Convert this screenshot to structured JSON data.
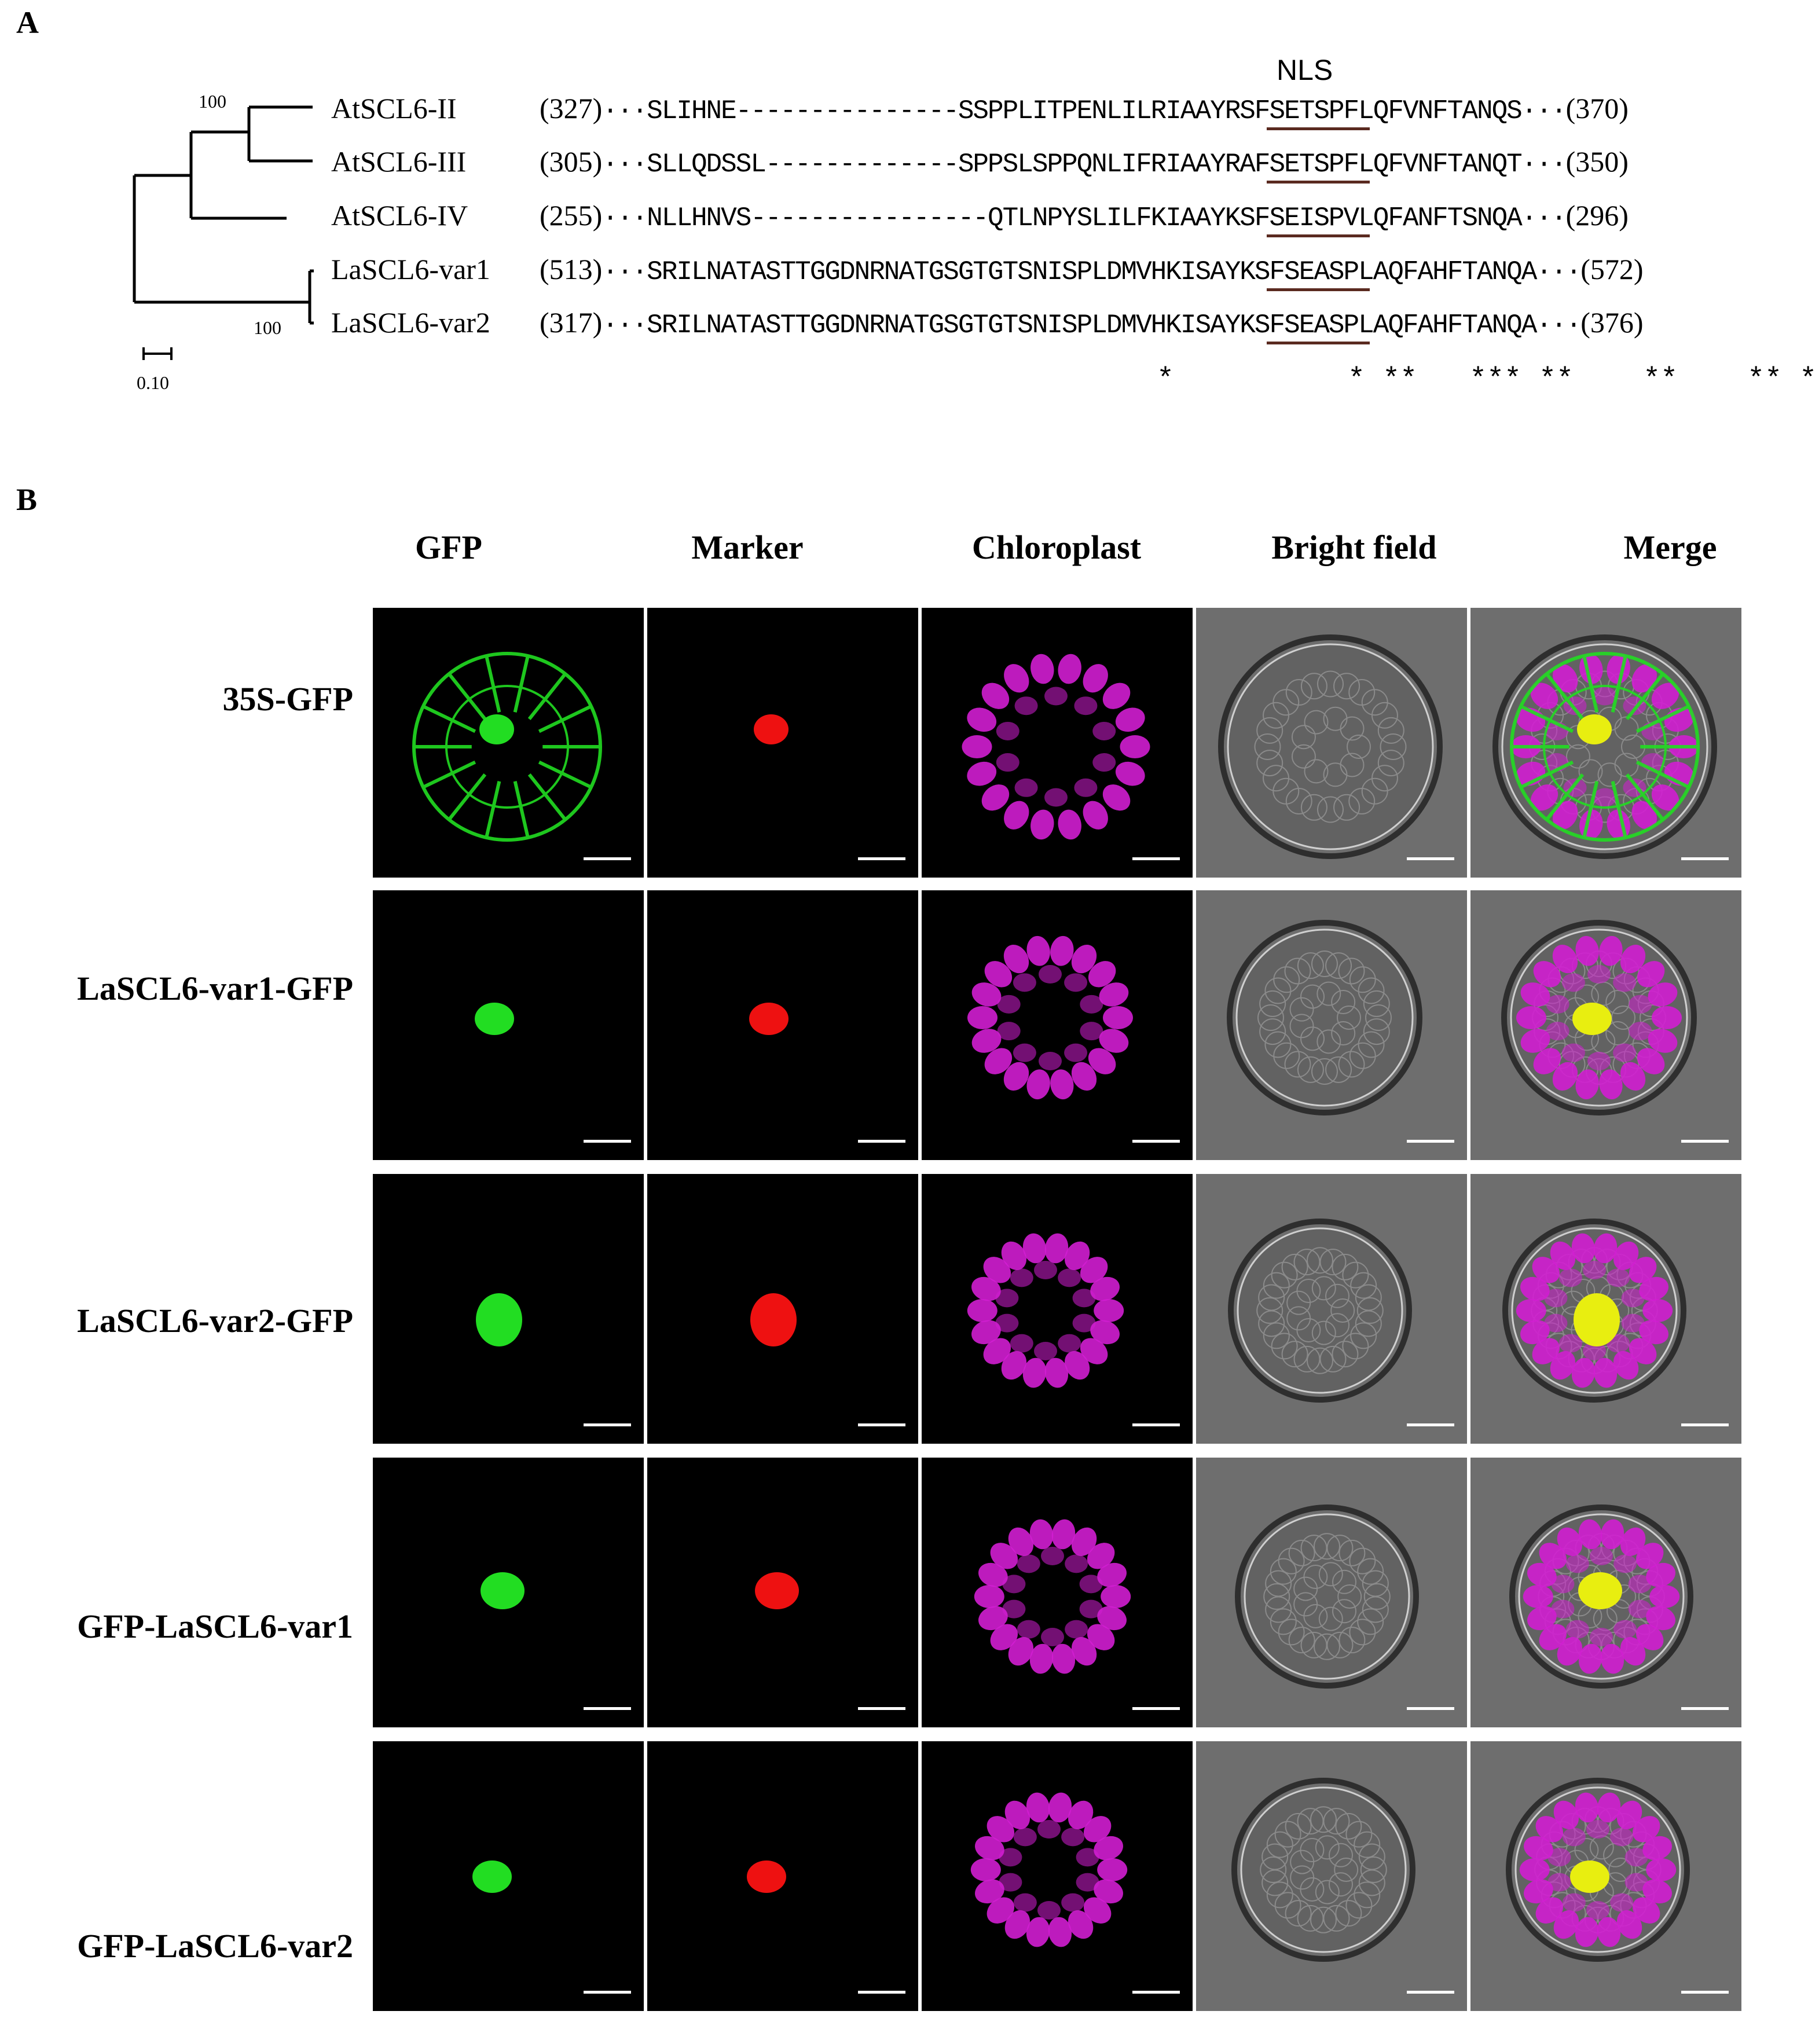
{
  "panelA": {
    "letter": "A",
    "nls_label": "NLS",
    "bootstrap_top": "100",
    "bootstrap_bottom": "100",
    "scale_label": "0.10",
    "taxa": [
      "AtSCL6-II",
      "AtSCL6-III",
      "AtSCL6-IV",
      "LaSCL6-var1",
      "LaSCL6-var2"
    ],
    "alignment": [
      {
        "start": "(327)",
        "seq": "···SLIHNE---------------SSPPLITPENLILRIAAYRSFSETSPFLQFVNFTANQS···",
        "end": "(370)"
      },
      {
        "start": "(305)",
        "seq": "···SLLQDSSL-------------SPPSLSPPQNLIFRIAAYRAFSETSPFLQFVNFTANQT···",
        "end": "(350)"
      },
      {
        "start": "(255)",
        "seq": "···NLLHNVS----------------QTLNPYSLILFKIAAYKSFSEISPVLQFANFTSNQA···",
        "end": "(296)"
      },
      {
        "start": "(513)",
        "seq": "···SRILNATASTTGGDNRNATGSGTGTSNISPLDMVHKISAYKSFSEASPLAQFAHFTANQA···",
        "end": "(572)"
      },
      {
        "start": "(317)",
        "seq": "···SRILNATASTTGGDNRNATGSGTGTSNISPLDMVHKISAYKSFSEASPLAQFAHFTANQA···",
        "end": "(376)"
      }
    ],
    "conservation": "*          * **   *** **    **    ** **"
  },
  "panelB": {
    "letter": "B",
    "columns": [
      "GFP",
      "Marker",
      "Chloroplast",
      "Bright field",
      "Merge"
    ],
    "rows": [
      "35S-GFP",
      "LaSCL6-var1-GFP",
      "LaSCL6-var2-GFP",
      "GFP-LaSCL6-var1",
      "GFP-LaSCL6-var2"
    ]
  },
  "colors": {
    "gfp": "#22dd22",
    "marker": "#ee1111",
    "chloroplast": "#d21ed2",
    "merge_overlap": "#e8ee10",
    "nls_underline": "#5a2a20",
    "tile_background": "#000000",
    "brightfield_background": "#6e6e6e"
  }
}
